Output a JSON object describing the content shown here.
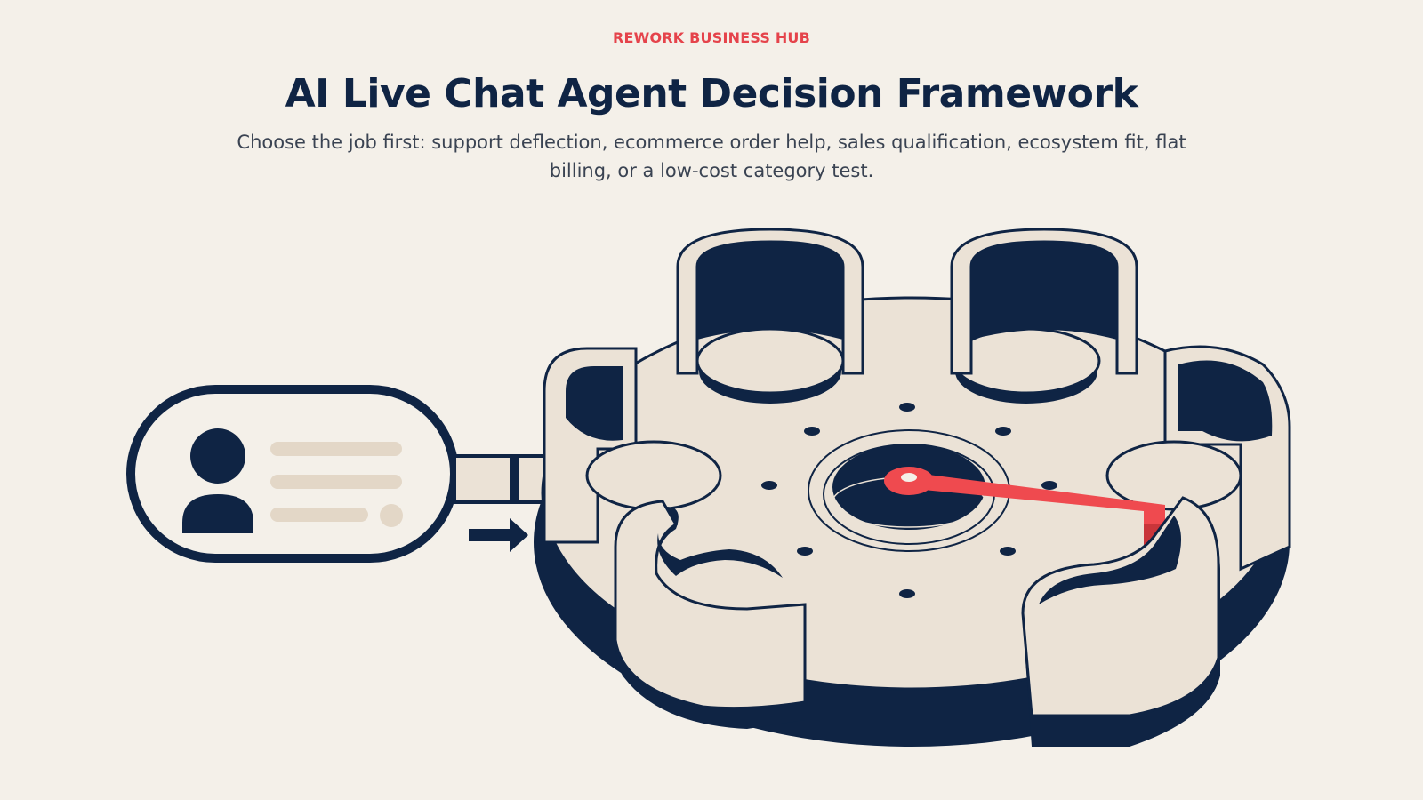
{
  "header": {
    "eyebrow": "REWORK BUSINESS HUB",
    "title": "AI Live Chat Agent Decision Framework",
    "subtitle": "Choose the job first: support deflection, ecommerce order help, sales qualification, ecosystem fit, flat billing, or a low-cost category test."
  },
  "colors": {
    "background": "#f4f0e9",
    "accent": "#e5434b",
    "navy": "#0f2444",
    "cream": "#ebe2d6"
  },
  "illustration": {
    "icons": [
      "user-card-icon",
      "arrow-right-icon",
      "selector-dial-icon"
    ]
  }
}
